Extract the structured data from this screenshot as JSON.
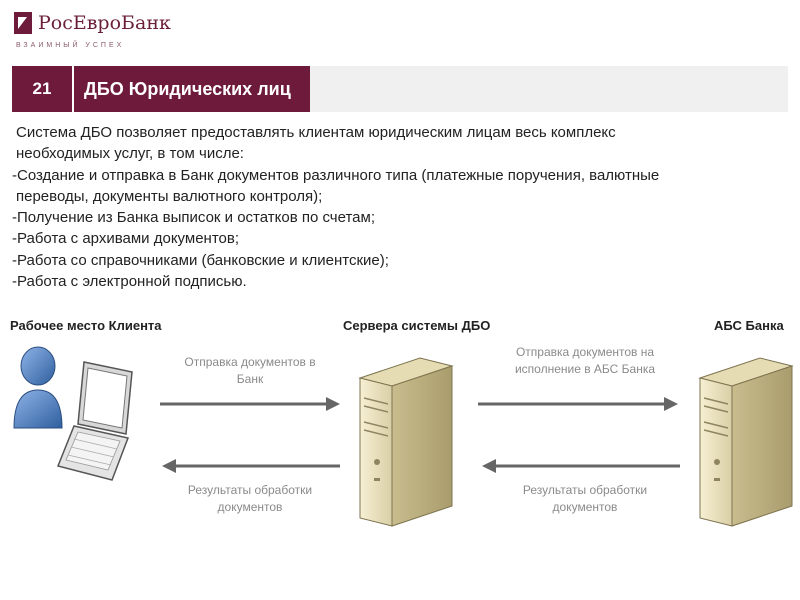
{
  "logo": {
    "name": "РосЕвроБанк",
    "tagline": "ВЗАИМНЫЙ УСПЕХ"
  },
  "slide": {
    "number": "21",
    "title": "ДБО Юридических лиц"
  },
  "body": {
    "intro_line1": "Система ДБО позволяет предоставлять клиентам юридическим лицам весь комплекс",
    "intro_line2": "необходимых услуг, в том числе:",
    "items": [
      "-Создание и отправка в Банк документов различного типа (платежные поручения, валютные",
      "переводы, документы валютного контроля);",
      "-Получение из Банка выписок и остатков по счетам;",
      "-Работа с архивами документов;",
      "-Работа со справочниками (банковские и клиентские);",
      "-Работа с электронной подписью."
    ]
  },
  "diagram": {
    "client_label": "Рабочее место Клиента",
    "server_label": "Сервера системы ДБО",
    "abs_label": "АБС Банка",
    "arrow1_line1": "Отправка документов в",
    "arrow1_line2": "Банк",
    "arrow2_line1": "Результаты обработки",
    "arrow2_line2": "документов",
    "arrow3_line1": "Отправка документов на",
    "arrow3_line2": "исполнение в АБС Банка",
    "arrow4_line1": "Результаты обработки",
    "arrow4_line2": "документов"
  },
  "colors": {
    "brand": "#6e1a3a",
    "arrow": "#666666",
    "server_body": "#efe6c4",
    "person": "#4a78b8"
  }
}
